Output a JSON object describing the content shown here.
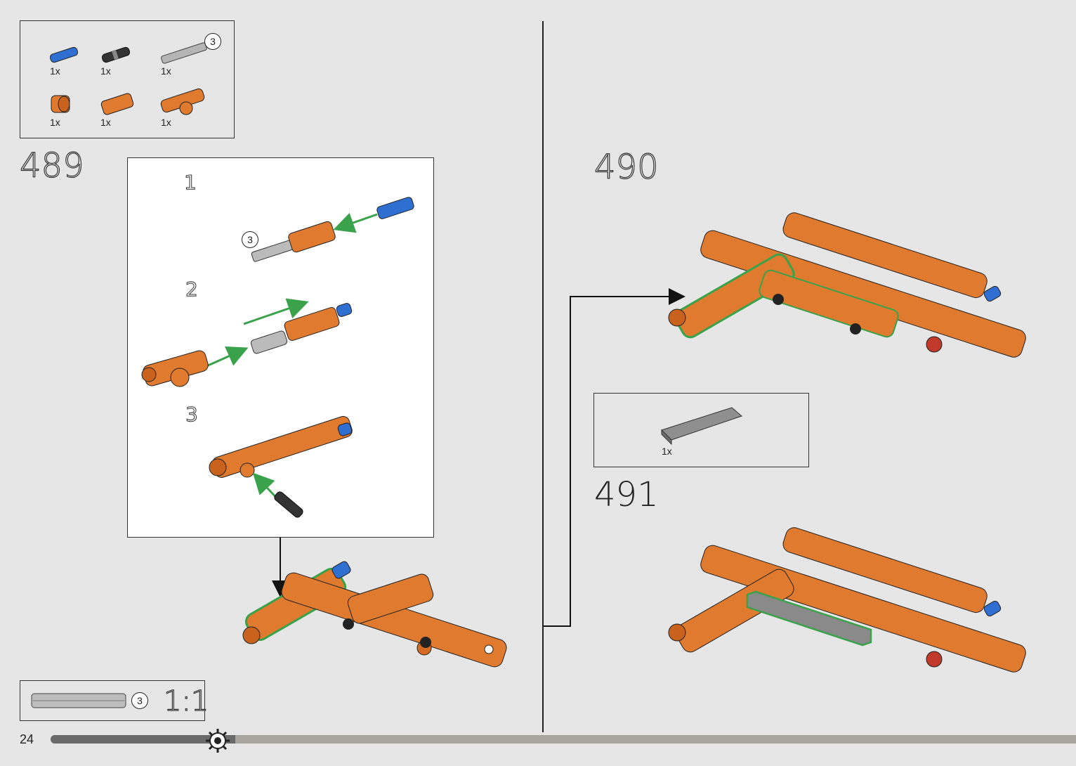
{
  "parts_list_489": {
    "items": [
      {
        "qty": "1x",
        "part": "blue-axle-pin"
      },
      {
        "qty": "1x",
        "part": "black-pin"
      },
      {
        "qty": "1x",
        "part": "grey-axle",
        "length_badge": "3"
      },
      {
        "qty": "1x",
        "part": "orange-bushing"
      },
      {
        "qty": "1x",
        "part": "orange-axle-connector"
      },
      {
        "qty": "1x",
        "part": "orange-angle-connector"
      }
    ]
  },
  "steps": {
    "step_489": "489",
    "step_490": "490",
    "step_491": "491"
  },
  "substeps": {
    "s1": "1",
    "s1_badge": "3",
    "s2": "2",
    "s3": "3"
  },
  "parts_list_491": {
    "items": [
      {
        "qty": "1x",
        "part": "dark-grey-tile"
      }
    ]
  },
  "scale_ref": {
    "badge": "3",
    "label": "1:1"
  },
  "footer": {
    "page_number": "24",
    "progress": 0.18
  },
  "colors": {
    "orange": "#e07a2e",
    "blue": "#2f6fd1",
    "green": "#3aa24a",
    "grey": "#9a9a9a",
    "background": "#e6e6e6"
  }
}
